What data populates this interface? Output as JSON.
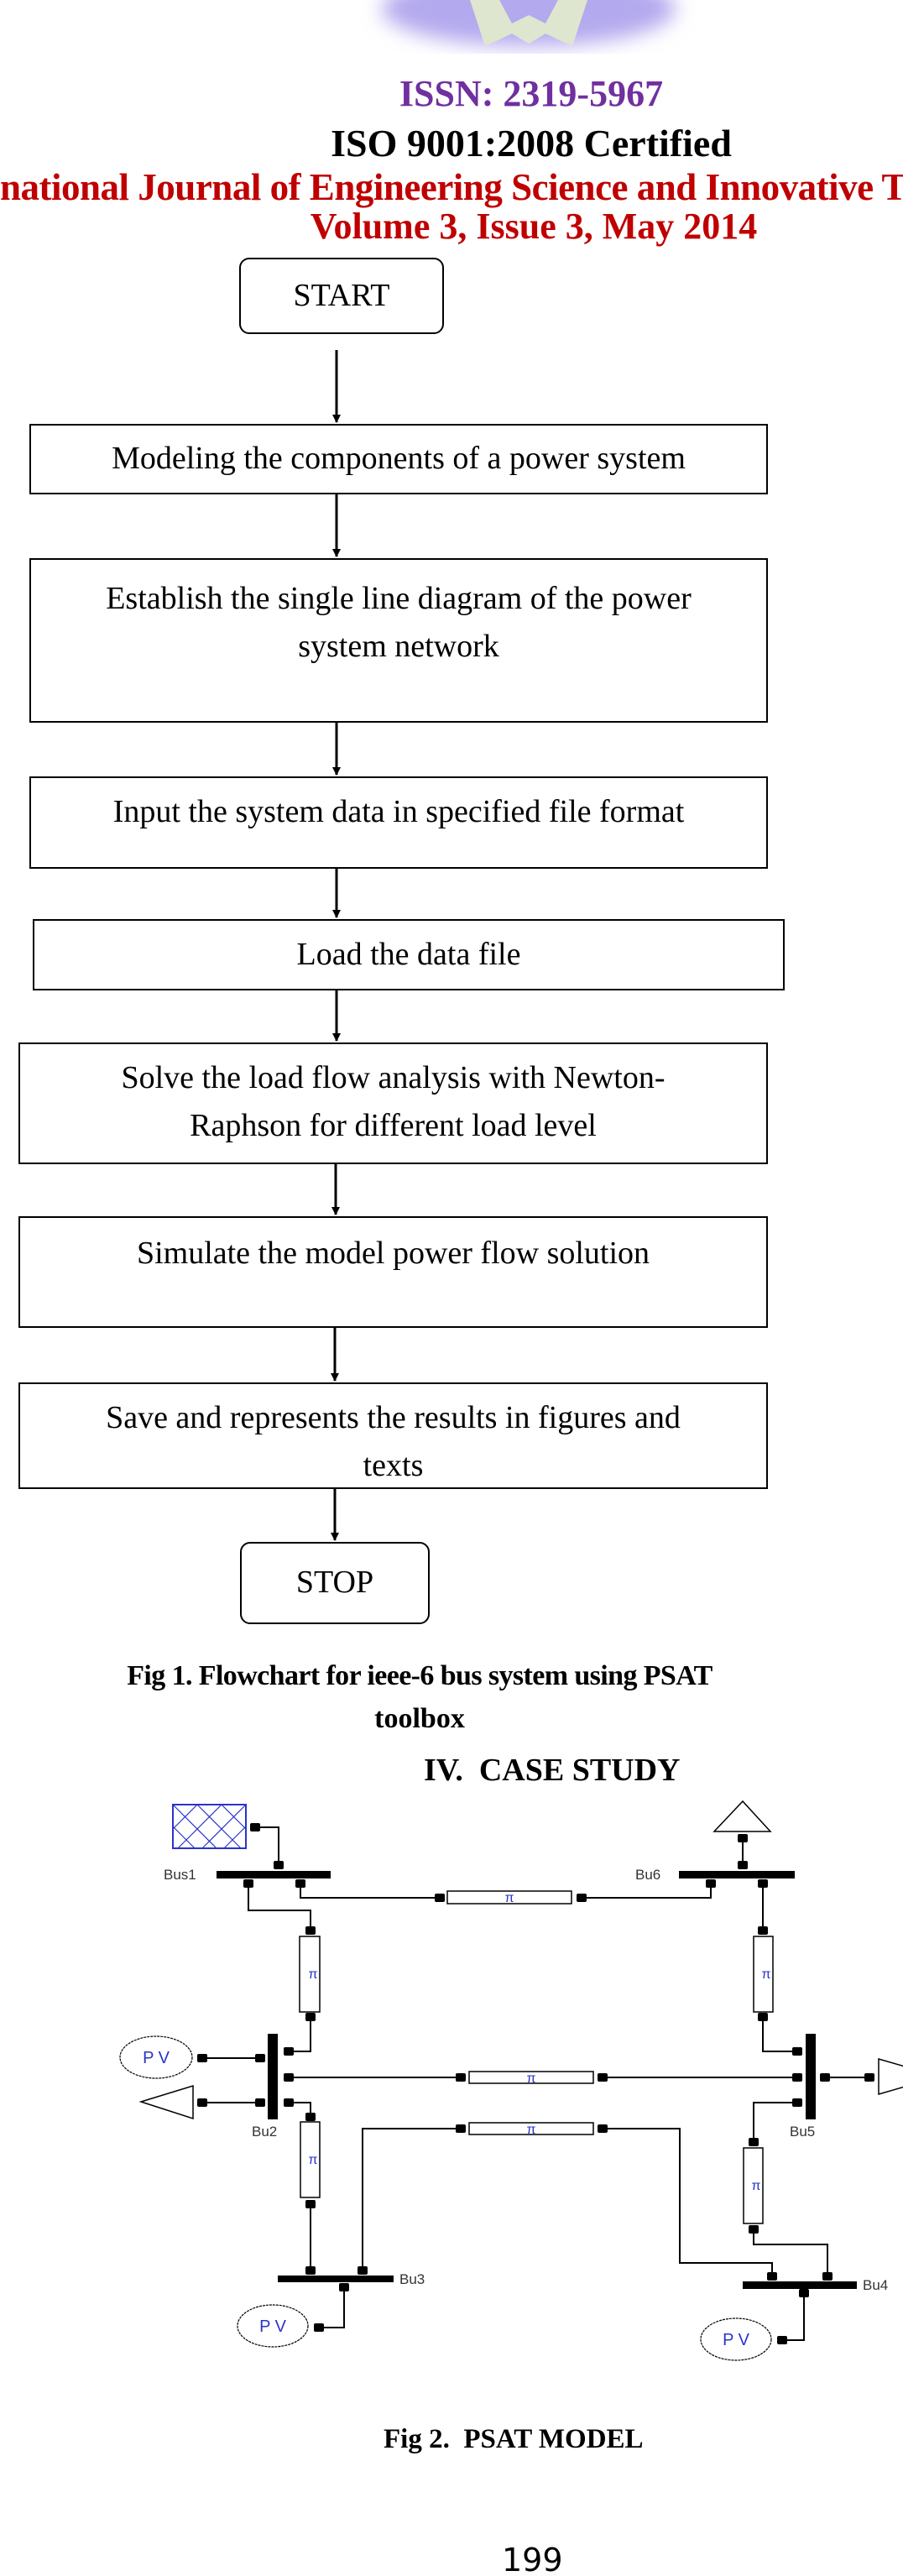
{
  "header": {
    "issn": "ISSN: 2319-5967",
    "iso": "ISO 9001:2008 Certified",
    "journal": "national Journal of Engineering Science and Innovative Tech",
    "volume": "Volume 3, Issue 3, May 2014",
    "colors": {
      "issn": "#7030a0",
      "journal": "#c00000",
      "logo_glow": "#b3a9ee",
      "logo_mark": "#dfe6cf"
    }
  },
  "flowchart": {
    "start": "START",
    "steps": [
      {
        "lines": [
          "Modeling the components of a power system"
        ]
      },
      {
        "lines": [
          "Establish the single line diagram of the power",
          "system network"
        ]
      },
      {
        "lines": [
          "Input the system data in specified file format"
        ]
      },
      {
        "lines": [
          "Load the data file"
        ]
      },
      {
        "lines": [
          "Solve the load flow analysis with Newton-",
          "Raphson for different load level"
        ]
      },
      {
        "lines": [
          "Simulate the model power flow solution"
        ]
      },
      {
        "lines": [
          "Save and represents the results in figures and",
          "texts"
        ]
      }
    ],
    "stop": "STOP",
    "caption_line1": "Fig 1. Flowchart for ieee-6 bus system using PSAT",
    "caption_line2": "toolbox"
  },
  "section_heading": "IV.  CASE STUDY",
  "psat_model": {
    "buses": [
      "Bus1",
      "Bu2",
      "Bu3",
      "Bu4",
      "Bu5",
      "Bu6"
    ],
    "generator_label": "P V",
    "line_symbol": "π",
    "colors": {
      "block_blue": "#2a34c8",
      "wire": "#000000"
    },
    "caption": "Fig 2.  PSAT MODEL"
  },
  "page_number": "199"
}
